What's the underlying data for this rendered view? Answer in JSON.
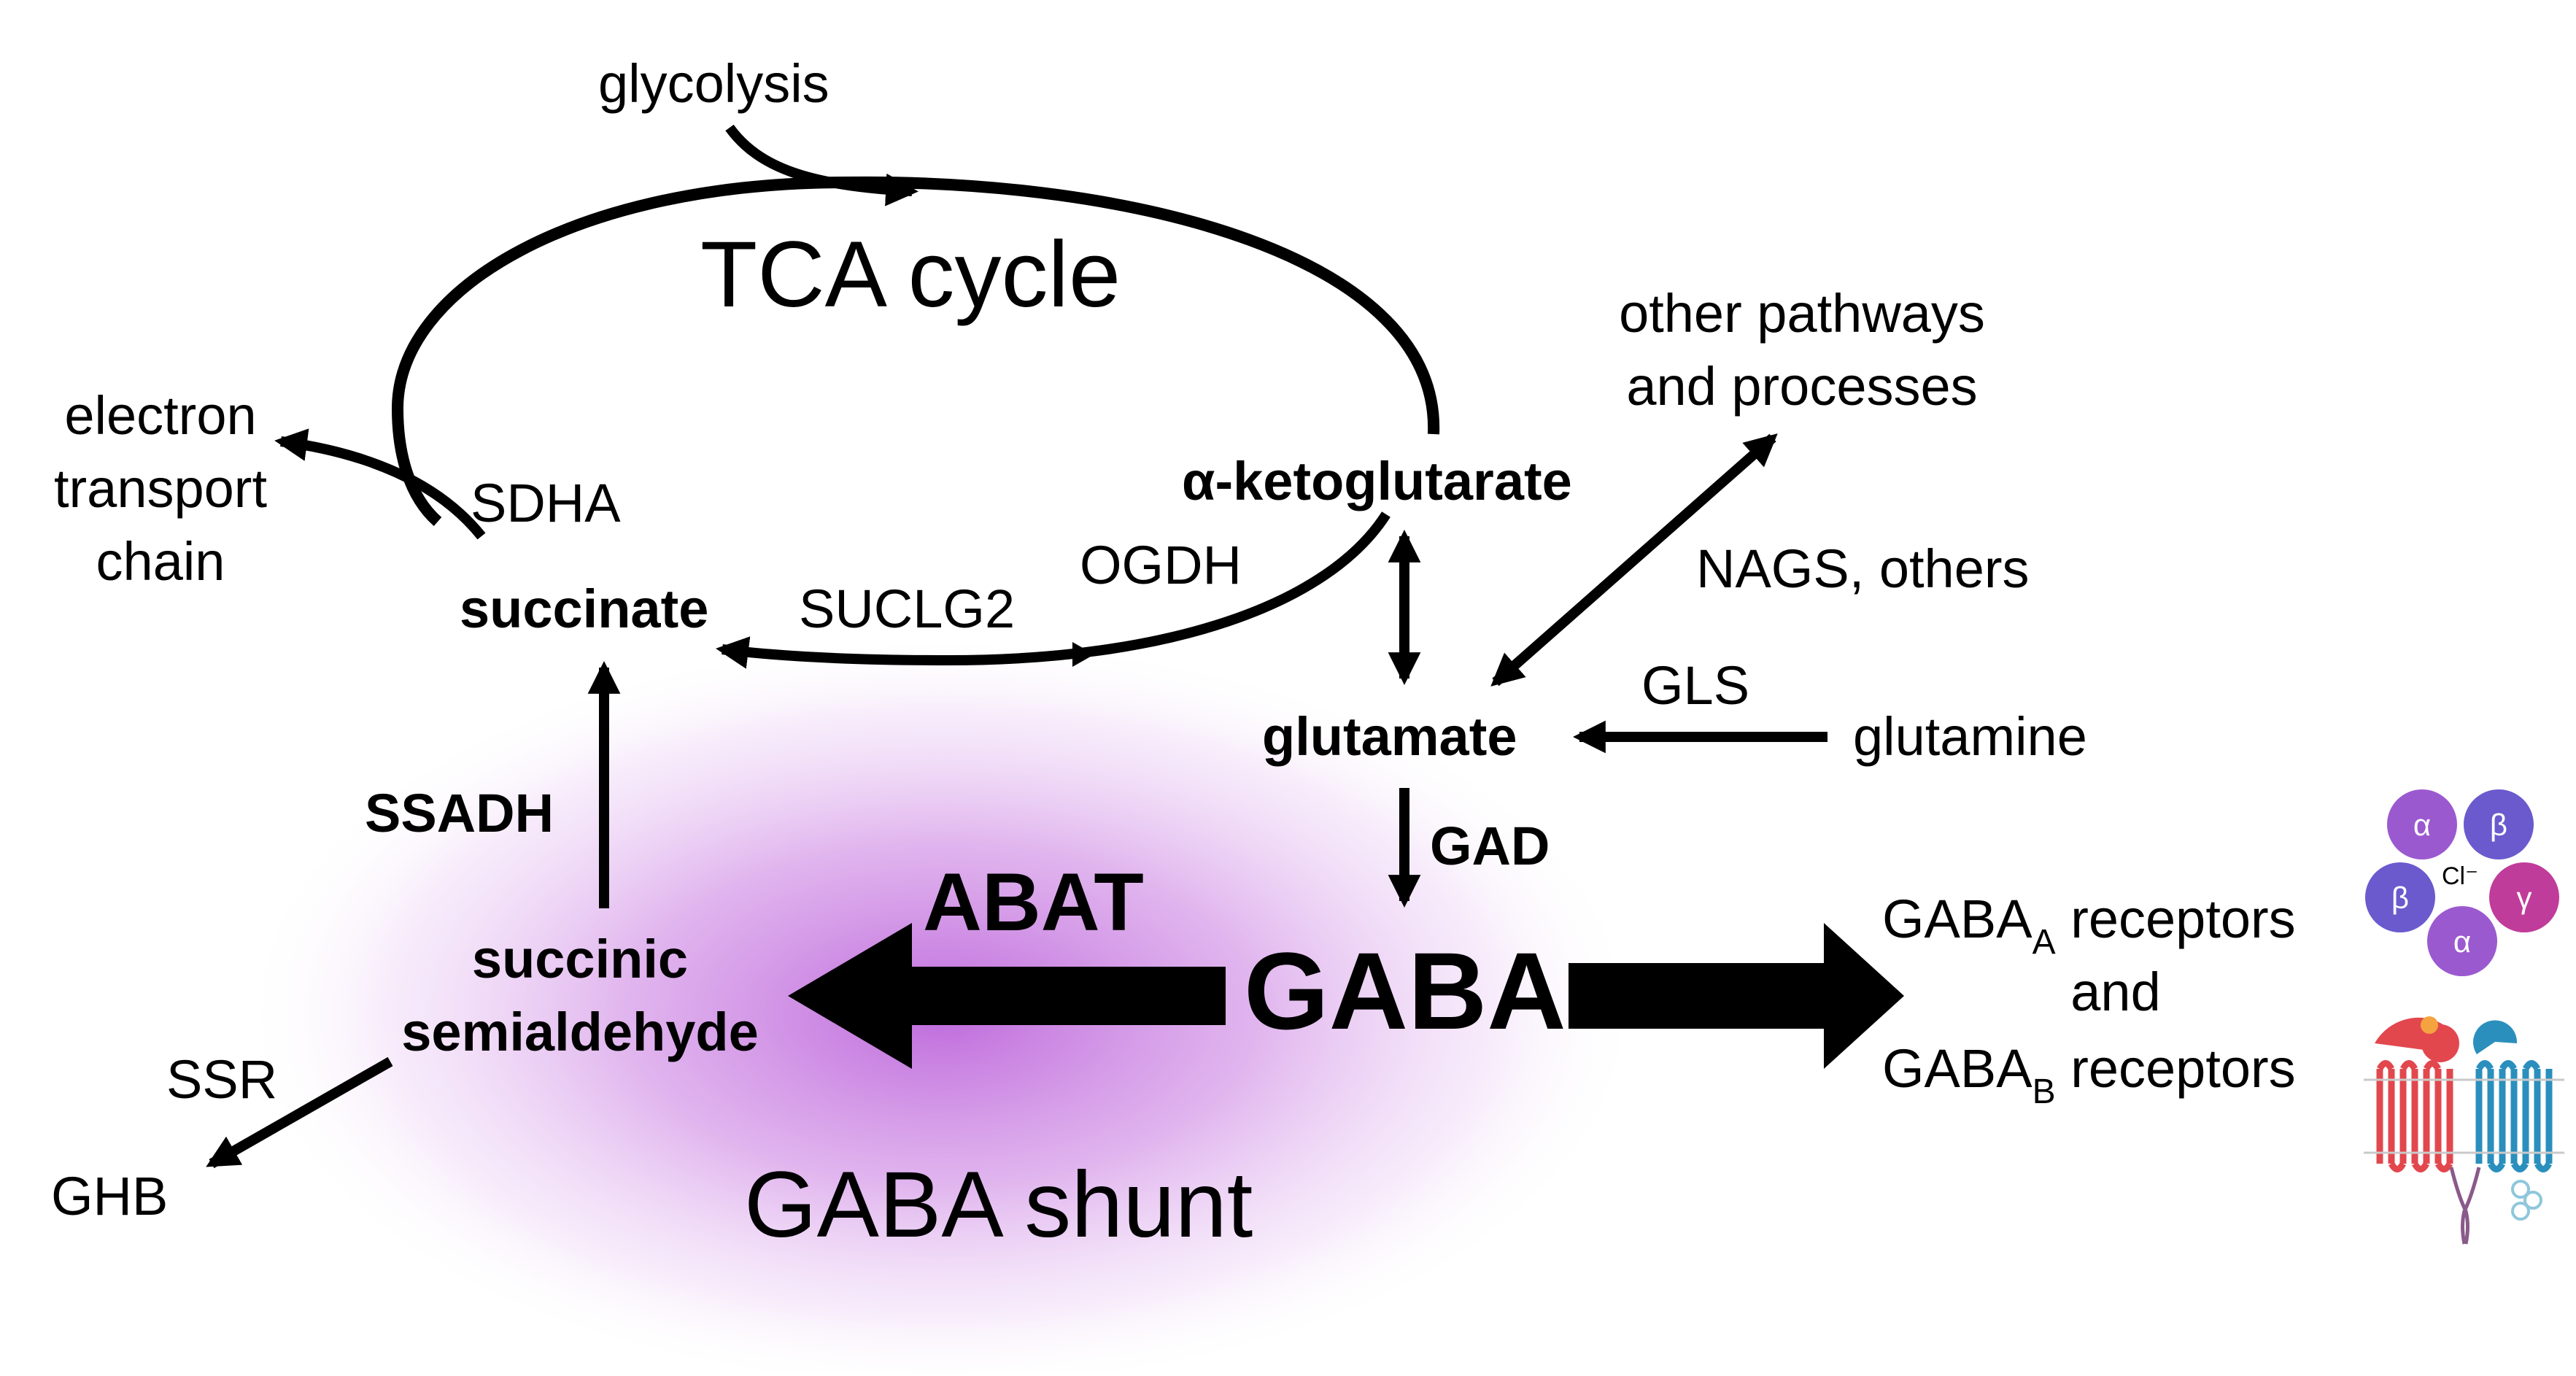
{
  "labels": {
    "glycolysis": "glycolysis",
    "tca_cycle": "TCA cycle",
    "etc_line1": "electron",
    "etc_line2": "transport",
    "etc_line3": "chain",
    "sdha": "SDHA",
    "alpha_kg": "α-ketoglutarate",
    "other_line1": "other pathways",
    "other_line2": "and processes",
    "nags": "NAGS, others",
    "ogdh": "OGDH",
    "succinate": "succinate",
    "suclg2": "SUCLG2",
    "gls": "GLS",
    "glutamate": "glutamate",
    "glutamine": "glutamine",
    "gad": "GAD",
    "ssadh": "SSADH",
    "abat": "ABAT",
    "gaba": "GABA",
    "ssa_line1": "succinic",
    "ssa_line2": "semialdehyde",
    "ssr": "SSR",
    "ghb": "GHB",
    "gaba_shunt": "GABA shunt",
    "receptors_a_prefix": "GABA",
    "receptors_a_sub": "A",
    "receptors_a_suffix": " receptors",
    "receptors_and": "and",
    "receptors_b_prefix": "GABA",
    "receptors_b_sub": "B",
    "receptors_b_suffix": " receptors"
  },
  "gabaa_subunits": {
    "top_left": "α",
    "top_right": "β",
    "left": "β",
    "right": "γ",
    "bottom": "α",
    "center": "Cl⁻"
  },
  "colors": {
    "shunt_glow": "#b451d6",
    "subunit_alpha": "#9b59d0",
    "subunit_beta": "#6a5acd",
    "subunit_gamma": "#c03c9a",
    "gabab_red": "#e2474e",
    "gabab_blue": "#2a8fbd"
  }
}
